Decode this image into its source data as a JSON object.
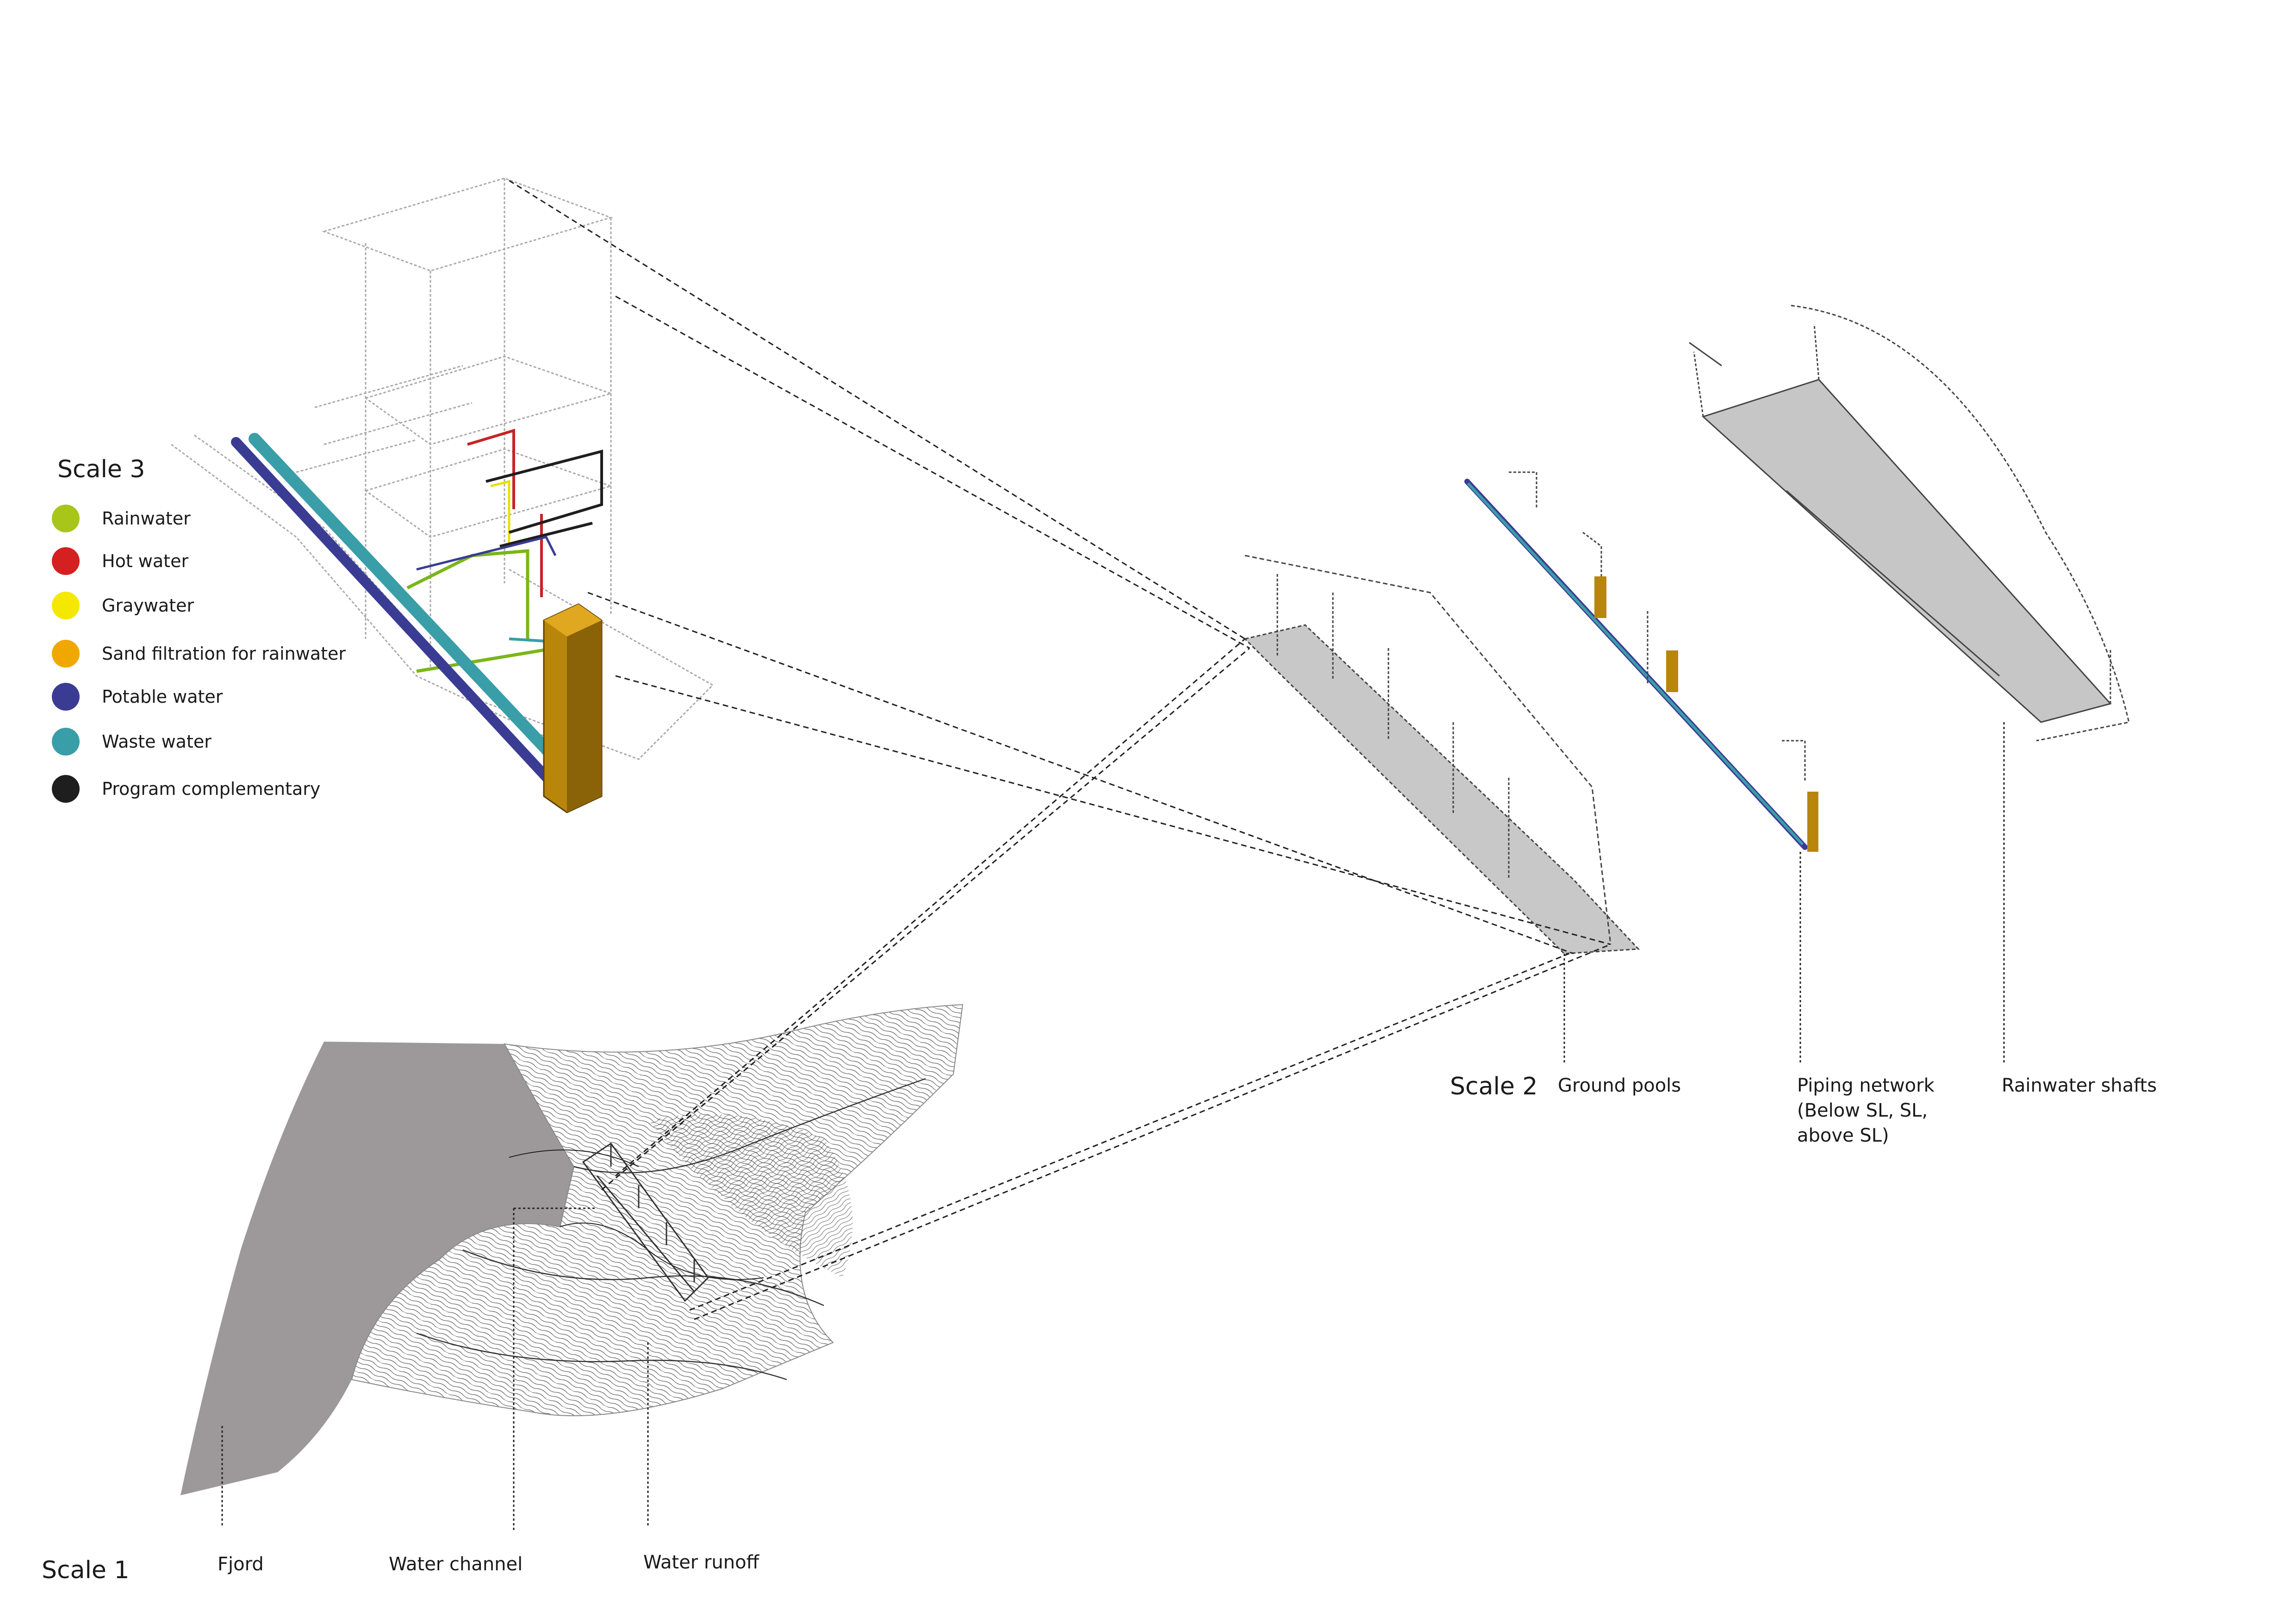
{
  "scale_titles": {
    "scale1": "Scale 1",
    "scale2": "Scale 2",
    "scale3": "Scale 3"
  },
  "legend": {
    "items": [
      {
        "label": "Rainwater",
        "color": "#a8c61a"
      },
      {
        "label": "Hot water",
        "color": "#d42020"
      },
      {
        "label": "Graywater",
        "color": "#f5e800"
      },
      {
        "label": "Sand filtration for rainwater",
        "color": "#f0a800"
      },
      {
        "label": "Potable water",
        "color": "#3a3c94"
      },
      {
        "label": "Waste water",
        "color": "#3a9ea8"
      },
      {
        "label": "Program complementary",
        "color": "#1e1e1e"
      }
    ]
  },
  "scale1_labels": {
    "fjord": "Fjord",
    "water_channel": "Water channel",
    "water_runoff": "Water runoff"
  },
  "scale2_labels": {
    "ground_pools": "Ground pools",
    "piping_network_line1": "Piping network",
    "piping_network_line2": "(Below SL, SL,",
    "piping_network_line3": "above SL)",
    "rainwater_shafts": "Rainwater shafts"
  }
}
